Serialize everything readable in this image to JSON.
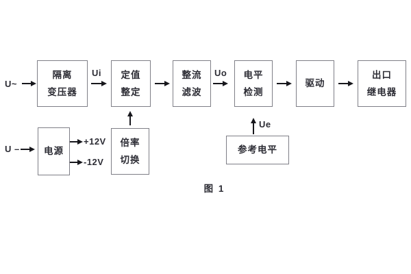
{
  "page": {
    "caption": "图 1"
  },
  "colors": {
    "text": "#2d2d35",
    "box_border": "#7e7e86",
    "arrow": "#17171c"
  },
  "boxes": {
    "isolation_transformer": {
      "line1": "隔离",
      "line2": "变压器"
    },
    "setting_adjust": {
      "line1": "定值",
      "line2": "整定"
    },
    "rectifier_filter": {
      "line1": "整流",
      "line2": "滤波"
    },
    "level_detect": {
      "line1": "电平",
      "line2": "检测"
    },
    "drive": {
      "line1": "驱动"
    },
    "output_relay": {
      "line1": "出口",
      "line2": "继电器"
    },
    "power_supply": {
      "line1": "电源"
    },
    "ratio_switch": {
      "line1": "倍率",
      "line2": "切换"
    },
    "reference_level": {
      "line1": "参考电平"
    }
  },
  "labels": {
    "input_ac": "U~",
    "input_dc": "U –",
    "ui": "Ui",
    "uo": "Uo",
    "ue": "Ue",
    "plus_12v": "+12V",
    "minus_12v": "-12V"
  }
}
